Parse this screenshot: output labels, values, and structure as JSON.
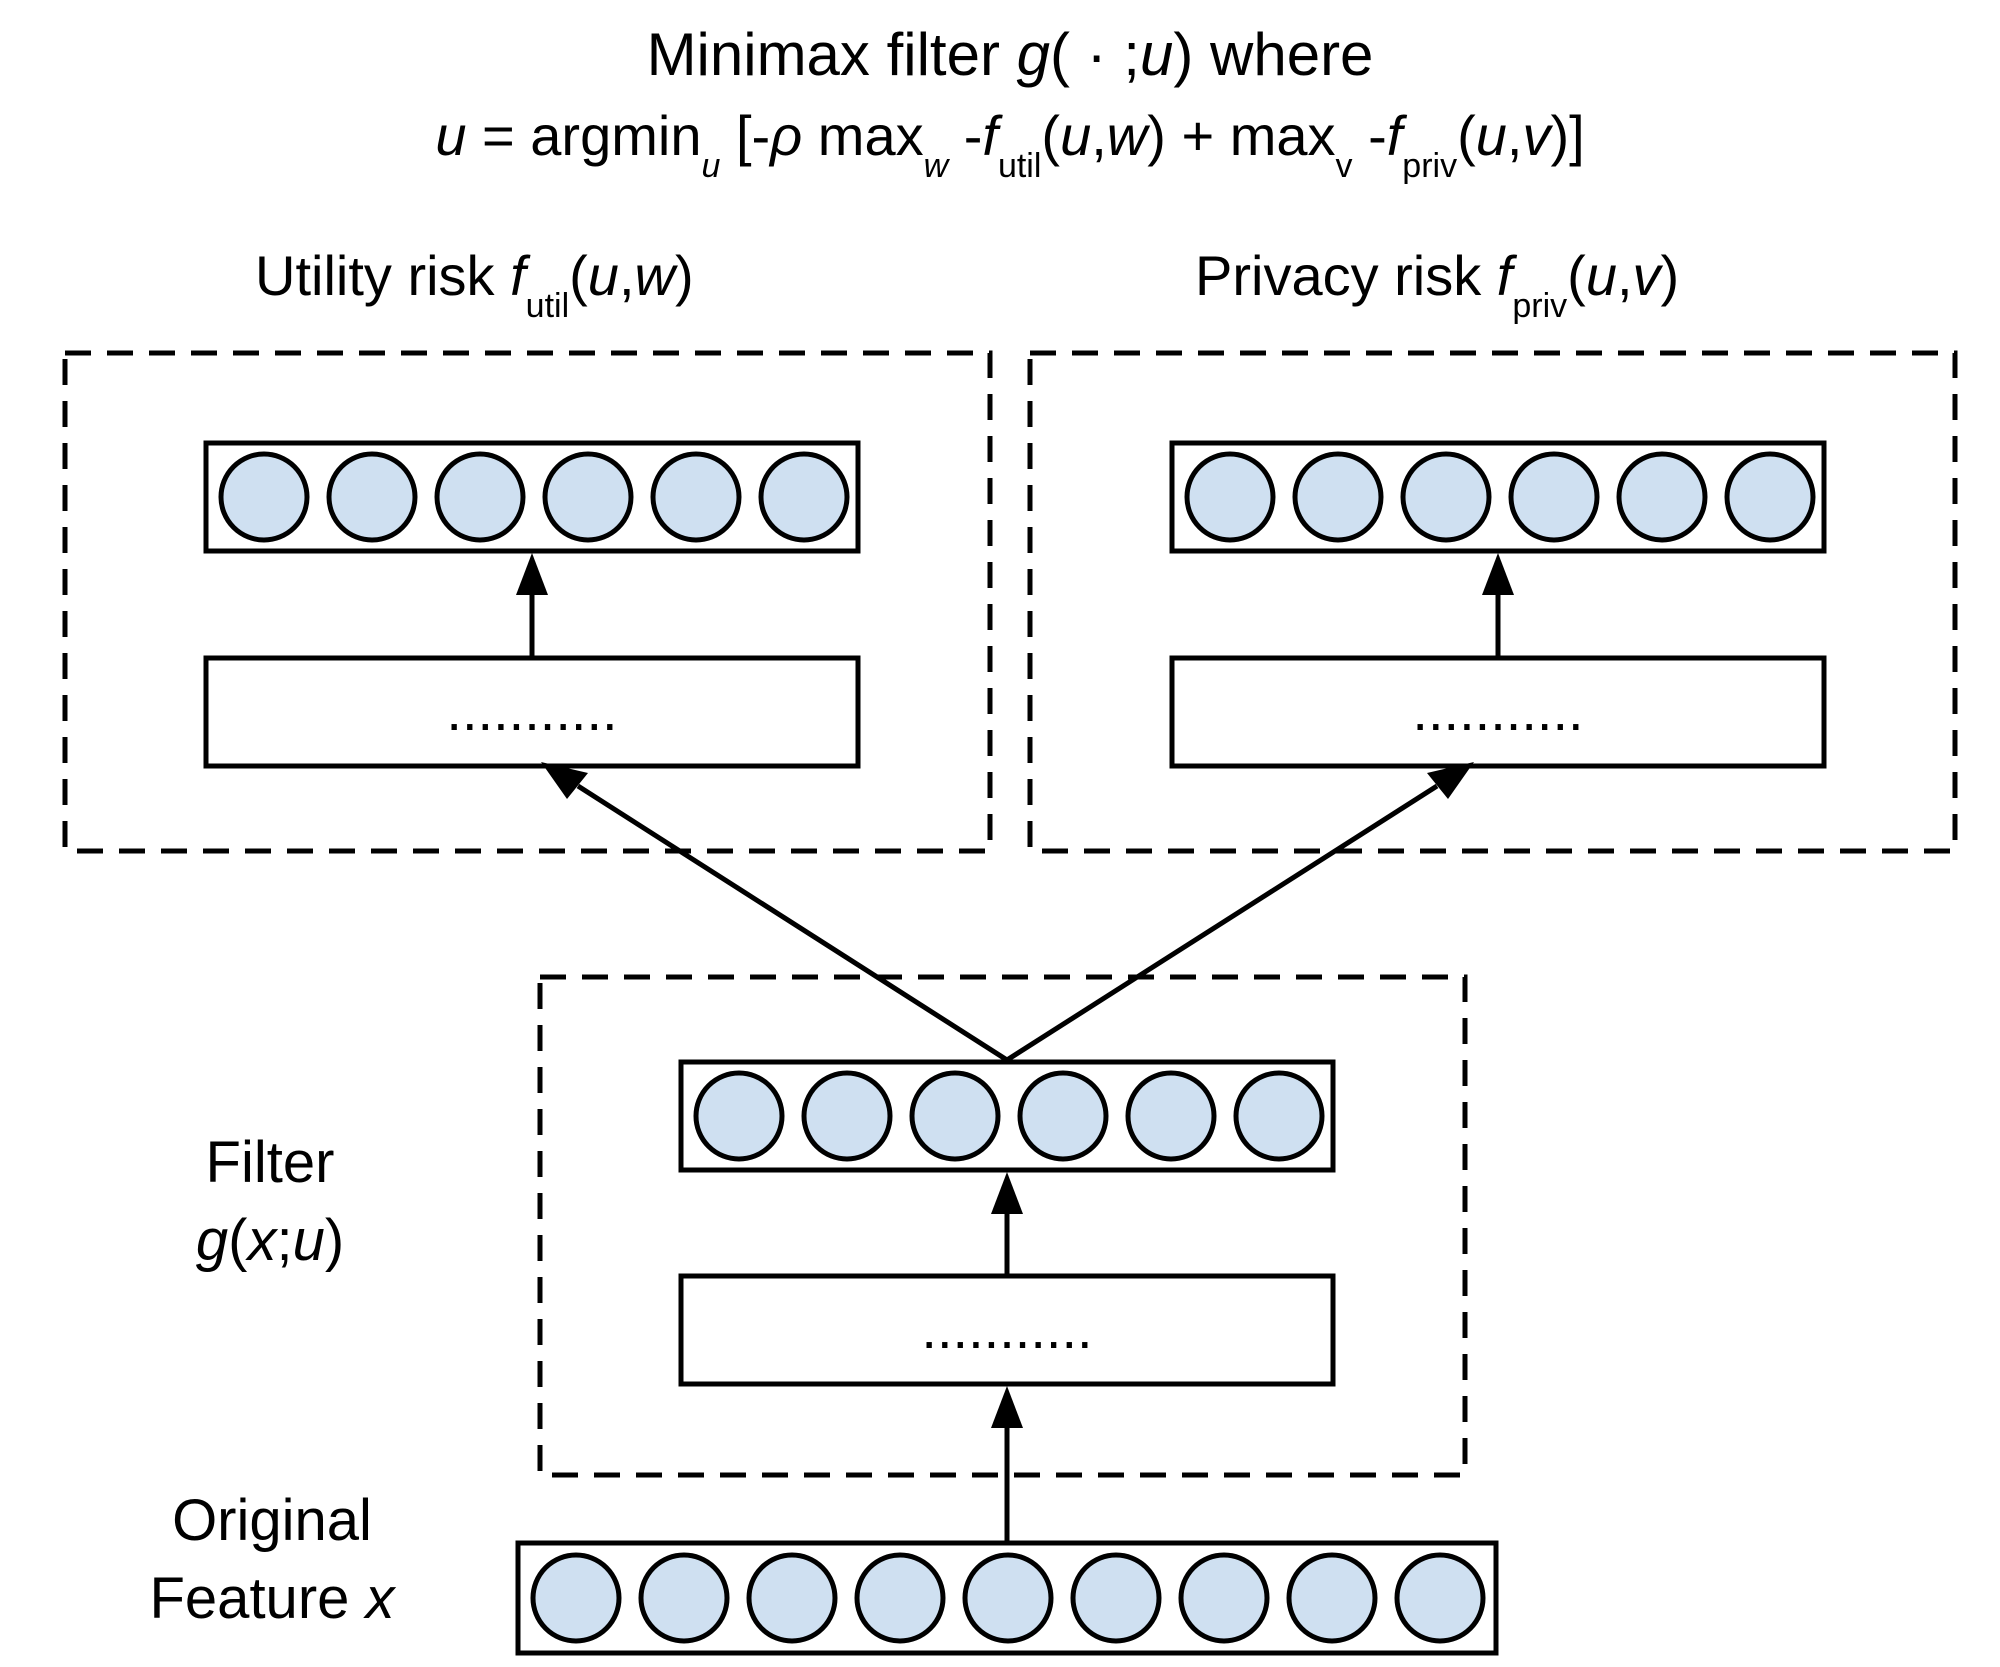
{
  "title": {
    "line1": {
      "pre": "Minimax filter ",
      "g": "g",
      "mid": "( · ;",
      "u": "u",
      "post": ")  where"
    },
    "line2": {
      "u": "u",
      "eq": " = argmin",
      "sub_u": "u",
      "bracket_open": " [-",
      "rho": "ρ",
      "max1": " max",
      "sub_w": "w",
      "minus_f": " -",
      "f1": "f",
      "sub_util": "util",
      "args1_open": "(",
      "args1_u": "u",
      "args1_comma": ",",
      "args1_w": "w",
      "args1_close": ")",
      "plus_max": "  + max",
      "sub_v": "v",
      "minus_f2": " -",
      "f2": "f",
      "sub_priv": "priv",
      "args2_open": "(",
      "args2_u": "u",
      "args2_comma": ",",
      "args2_v": "v",
      "args2_close": ")]"
    }
  },
  "utility": {
    "label_pre": "Utility risk  ",
    "f": "f",
    "sub": "util",
    "open": "(",
    "u": "u",
    "comma": ",",
    "w": "w",
    "close": ")",
    "hidden_text": "..........."
  },
  "privacy": {
    "label_pre": "Privacy risk  ",
    "f": "f",
    "sub": "priv",
    "open": "(",
    "u": "u",
    "comma": ",",
    "v": "v",
    "close": ")",
    "hidden_text": "..........."
  },
  "filter": {
    "label": "Filter",
    "g": "g",
    "open": "(",
    "x": "x",
    "semi": ";",
    "u": "u",
    "close": ")",
    "hidden_text": "..........."
  },
  "original": {
    "line1": "Original",
    "line2_pre": "Feature ",
    "x": "x"
  },
  "node_counts": {
    "utility_output": 6,
    "privacy_output": 6,
    "filter_output": 6,
    "input": 9
  },
  "colors": {
    "node_fill": "#cfe0f1",
    "stroke": "#000000"
  }
}
